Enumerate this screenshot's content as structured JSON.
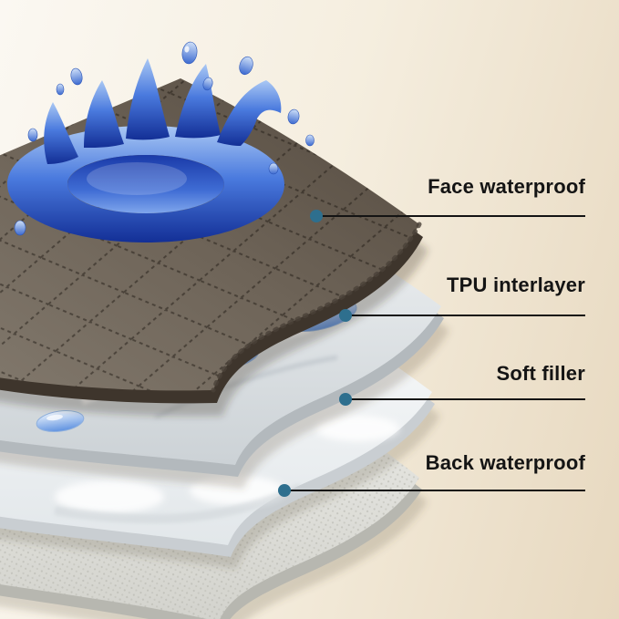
{
  "diagram": {
    "annotations": [
      {
        "label": "Face waterproof"
      },
      {
        "label": "TPU interlayer"
      },
      {
        "label": "Soft filler"
      },
      {
        "label": "Back waterproof"
      }
    ]
  },
  "colors": {
    "background_cream_light": "#fbf8f2",
    "background_cream_dark": "#e7d8bf",
    "face_layer_brown": "#6e6458",
    "face_layer_edge": "#3e352c",
    "tpu_layer": "#e9edef",
    "soft_filler": "#f4f6f7",
    "back_layer": "#e2e2de",
    "splash_blue": "#3f6cd4",
    "splash_blue_dark": "#132f96",
    "puddle_blue": "#5f92e0",
    "marker_dot_blue": "#2e6f8e",
    "leader_line": "#141414",
    "label_text": "#141414"
  }
}
